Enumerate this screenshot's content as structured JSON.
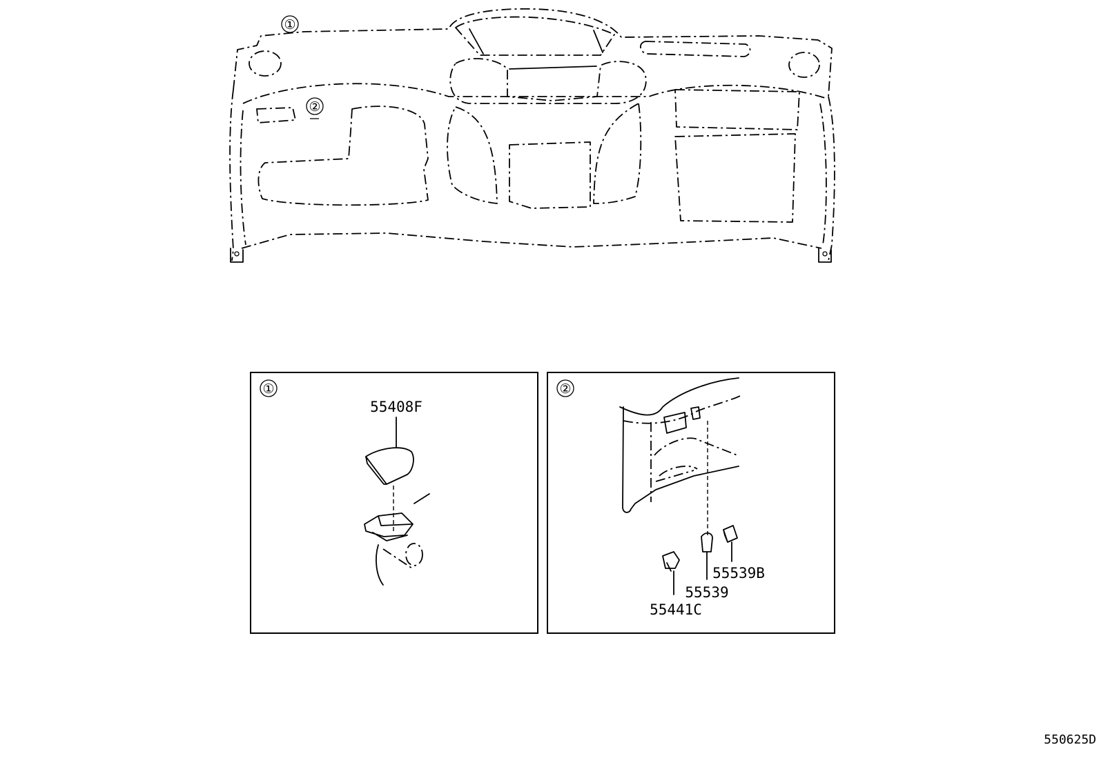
{
  "callouts": {
    "main_1": "①",
    "main_2": "②",
    "panel_1": "①",
    "panel_2": "②"
  },
  "panel_1": {
    "parts": [
      {
        "id": "p1",
        "number": "55408F"
      }
    ]
  },
  "panel_2": {
    "parts": [
      {
        "id": "p2",
        "number": "55539B"
      },
      {
        "id": "p3",
        "number": "55539"
      },
      {
        "id": "p4",
        "number": "55441C"
      }
    ]
  },
  "diagram_code": "550625D"
}
